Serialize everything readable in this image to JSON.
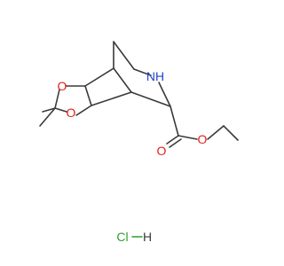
{
  "molecule": {
    "atoms": {
      "ring_oxygen_top": "O",
      "ring_oxygen_bottom": "O",
      "amine": "NH",
      "carbonyl_oxygen": "O",
      "ester_oxygen": "O"
    },
    "salt": {
      "chlorine": "Cl",
      "hydrogen": "H"
    }
  },
  "colors": {
    "bond": "#3a3a3a",
    "oxygen": "#e0211a",
    "nitrogen": "#2244cc",
    "chlorine": "#2f9e2f"
  }
}
